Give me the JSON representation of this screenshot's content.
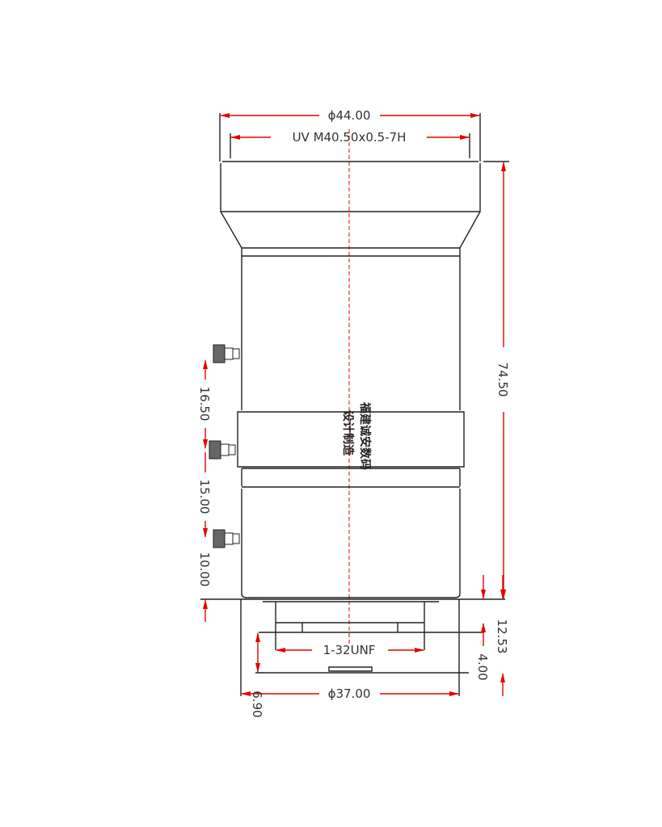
{
  "drawing": {
    "dims": {
      "outer_diameter": "ϕ44.00",
      "filter_thread": "UV M40.50x0.5-7H",
      "total_length": "74.50",
      "screw_spacing_1": "16.50",
      "screw_spacing_2": "15.00",
      "screw_spacing_3": "10.00",
      "mount_thread": "1-32UNF",
      "rear_diameter": "ϕ37.00",
      "rear_length": "12.53",
      "flange_depth": "4.00",
      "back_focus": "6.90"
    },
    "maker_line_1": "福建诚安数码",
    "maker_line_2": "设计制造"
  },
  "colors": {
    "dimension": "#e60000",
    "outline": "#222222"
  }
}
